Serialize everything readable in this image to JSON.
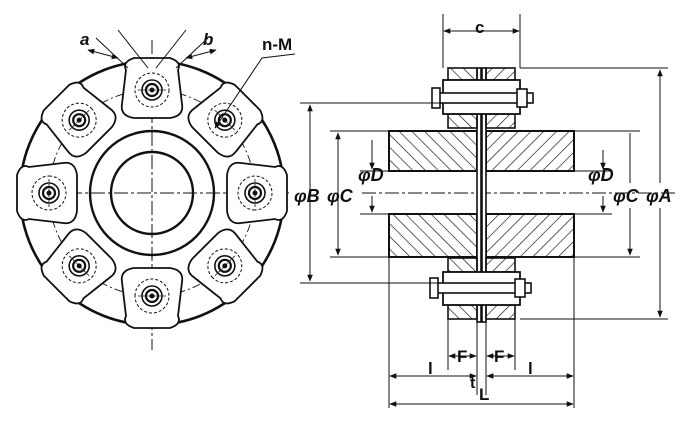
{
  "front_view": {
    "dimension_a": "a",
    "dimension_b": "b",
    "bolt_callout": "n-M"
  },
  "section_view": {
    "dimension_c": "c",
    "phi_b": "φB",
    "phi_c_left": "φC",
    "phi_d_left": "φD",
    "phi_d_right": "φD",
    "phi_c_right": "φC",
    "phi_a": "φA",
    "f_left": "F",
    "f_right": "F",
    "l_left": "l",
    "l_right": "l",
    "t": "t",
    "L": "L"
  },
  "colors": {
    "ink": "#111111",
    "paper": "#ffffff"
  }
}
